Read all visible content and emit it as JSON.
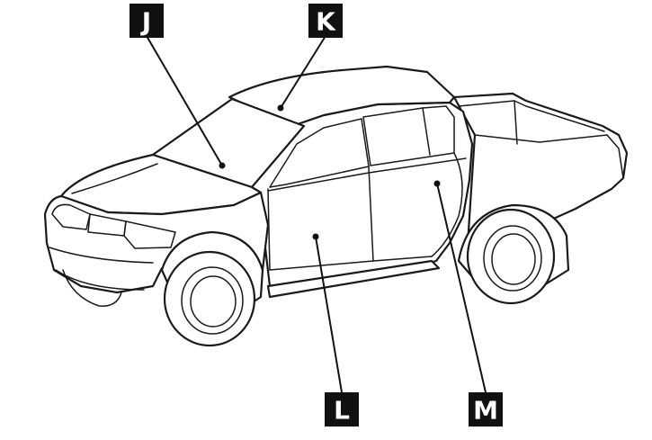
{
  "callouts": [
    {
      "id": "J",
      "label": "J"
    },
    {
      "id": "K",
      "label": "K"
    },
    {
      "id": "L",
      "label": "L"
    },
    {
      "id": "M",
      "label": "M"
    }
  ],
  "colors": {
    "line": "#1a1a1a",
    "label_bg": "#111111",
    "label_fg": "#ffffff",
    "background": "#ffffff"
  }
}
